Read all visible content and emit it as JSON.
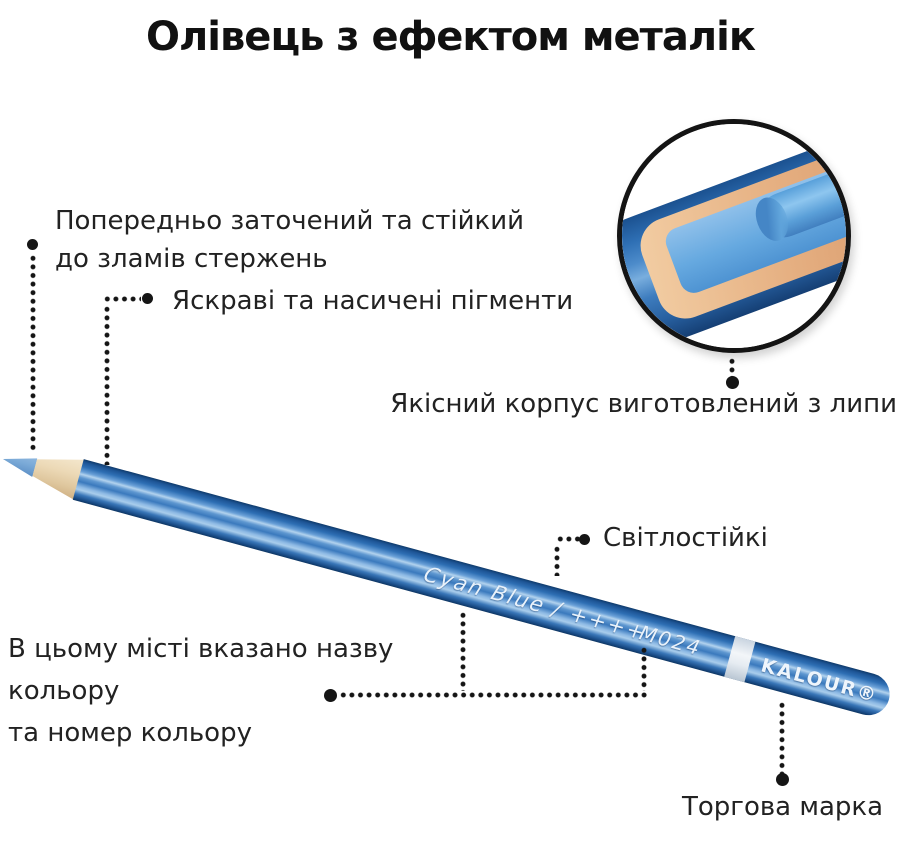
{
  "title": "Олівець з ефектом металік",
  "annotations": {
    "presharpened": {
      "lines": [
        "Попередньо заточений та стійкий",
        "до зламів стержень"
      ]
    },
    "pigments": {
      "label": "Яскраві та насичені пігменти"
    },
    "body_wood": {
      "label": "Якісний корпус виготовлений з липи"
    },
    "lightfast": {
      "label": "Світлостійкі"
    },
    "color_location": {
      "lines": [
        "В цьому місті вказано назву кольору",
        "та номер кольору"
      ]
    },
    "trademark": {
      "label": "Торгова марка"
    }
  },
  "pencil": {
    "color_label": "Cyan Blue / ++++",
    "color_code": "M024",
    "brand": "KALOUR®"
  },
  "colors": {
    "pencil_blue": "#2e6fb4",
    "lead_blue": "#7cabd8",
    "wood": "#ecd9b6",
    "inset_wood": "#e5af81",
    "inset_core_blue": "#5a9fd8",
    "band_white": "#f3f6f9",
    "text": "#1f1f1f",
    "leader_dots": "#151515",
    "background": "#ffffff"
  }
}
